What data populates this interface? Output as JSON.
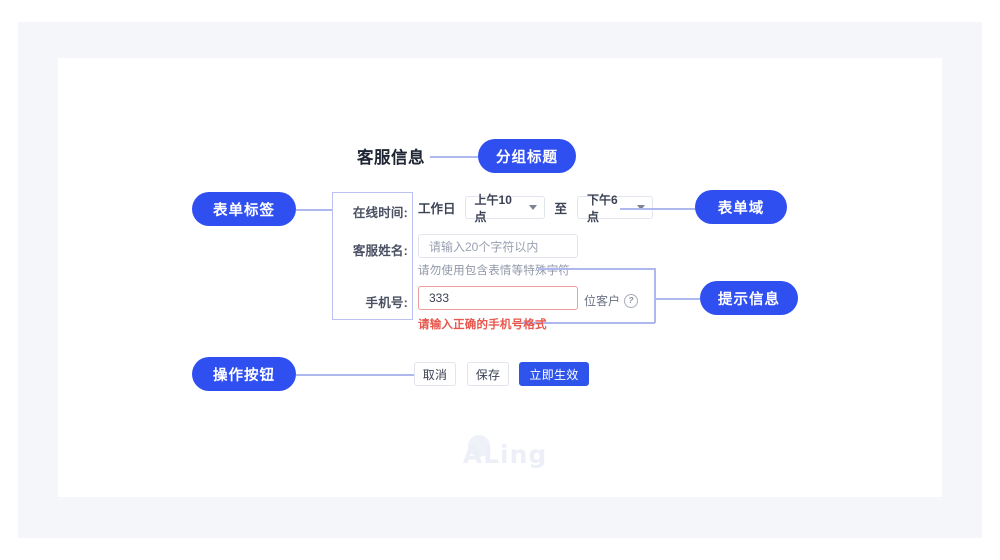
{
  "annotations": {
    "group_title": "分组标题",
    "form_label": "表单标签",
    "form_field": "表单域",
    "hint_message": "提示信息",
    "action_buttons": "操作按钮"
  },
  "form": {
    "title": "客服信息",
    "rows": {
      "online_time": {
        "label": "在线时间:",
        "static_text": "工作日",
        "start_select": "上午10点",
        "separator": "至",
        "end_select": "下午6点",
        "caret_icon": "chevron-down-icon"
      },
      "agent_name": {
        "label": "客服姓名:",
        "placeholder": "请输入20个字符以内",
        "value": "",
        "helper": "请勿使用包含表情等特殊字符"
      },
      "phone": {
        "label": "手机号:",
        "value": "333",
        "suffix": "位客户",
        "suffix_icon": "question-circle-icon",
        "error": "请输入正确的手机号格式"
      }
    }
  },
  "buttons": {
    "cancel": "取消",
    "save": "保存",
    "apply": "立即生效"
  },
  "watermark": {
    "text": "ALing"
  },
  "colors": {
    "pill_blue": "#2f4ff0",
    "primary_blue": "#2f54eb",
    "connector": "#aeb8ef",
    "error_red": "#e8574e",
    "panel_gray": "#f5f6fa"
  }
}
